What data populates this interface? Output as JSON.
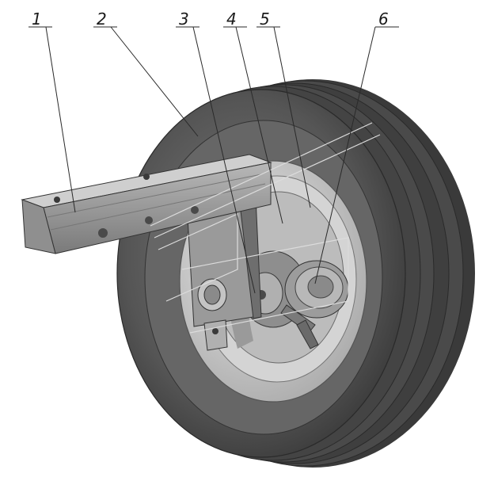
{
  "diagram": {
    "subject": "wheel-assembly-with-bracket",
    "callouts": [
      {
        "id": "1",
        "label": "1"
      },
      {
        "id": "2",
        "label": "2"
      },
      {
        "id": "3",
        "label": "3"
      },
      {
        "id": "4",
        "label": "4"
      },
      {
        "id": "5",
        "label": "5"
      },
      {
        "id": "6",
        "label": "6"
      }
    ]
  },
  "colors": {
    "tire_dark": "#3c3c3c",
    "tire_mid": "#5a5a5a",
    "tire_light": "#8a8a8a",
    "rim": "#c9c9c9",
    "bracket": "#8c8c8c",
    "bracket_light": "#b4b4b4",
    "line": "#2a2a2a"
  }
}
